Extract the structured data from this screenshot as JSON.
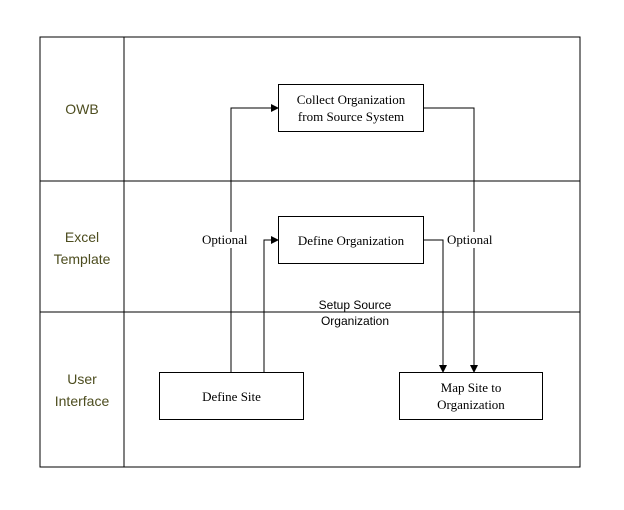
{
  "lanes": {
    "owb": "OWB",
    "excel_line1": "Excel",
    "excel_line2": "Template",
    "user_line1": "User",
    "user_line2": "Interface"
  },
  "nodes": {
    "collect_line1": "Collect Organization",
    "collect_line2": "from Source System",
    "define_org": "Define Organization",
    "define_site": "Define Site",
    "map_line1": "Map Site to",
    "map_line2": "Organization"
  },
  "edge_labels": {
    "optional_left": "Optional",
    "optional_right": "Optional"
  },
  "note": {
    "line1": "Setup Source",
    "line2": "Organization"
  }
}
